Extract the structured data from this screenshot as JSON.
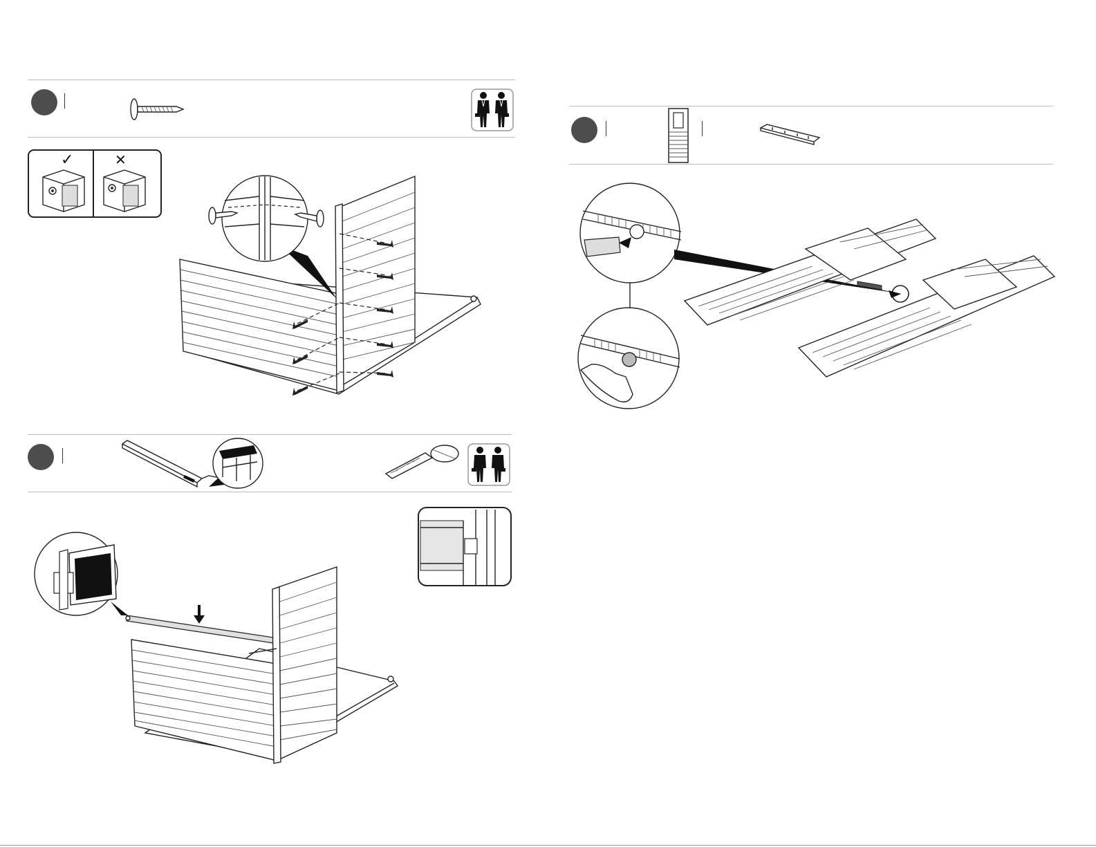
{
  "document": {
    "steps": [
      {
        "id": "left-top",
        "number": "",
        "people": 2
      },
      {
        "id": "left-bottom",
        "number": "",
        "people": 2
      },
      {
        "id": "right-top",
        "number": "",
        "people": 0
      }
    ],
    "check_panel": {
      "ok_mark": "✓",
      "wrong_mark": "✕"
    }
  },
  "icons": {
    "screw": "screw-icon",
    "two_people": "two-people-icon",
    "rubber_mallet": "mallet-icon",
    "door_panel": "door-panel-icon",
    "connector_strip": "connector-strip-icon"
  },
  "colors": {
    "step_circle": "#4d4d4d",
    "line": "#222222",
    "rule": "#bdbdbd",
    "fill_black": "#111111"
  }
}
